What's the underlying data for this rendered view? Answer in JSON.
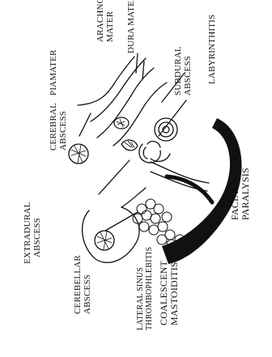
{
  "labels": {
    "arachnoid_mater": [
      "ARACHNOID",
      "MATER"
    ],
    "dura_mater": "DURA MATER",
    "piamater": "PIAMATER",
    "subdural_abscess": [
      "SUBDURAL",
      "ABSCESS"
    ],
    "labyrinthitis": "LABYRINTHITIS",
    "cerebral_abscess": [
      "CEREBRAL",
      "ABSCESS"
    ],
    "extradural_abscess": [
      "EXTRADURAL",
      "ABSCESS"
    ],
    "cerebellar_abscess": [
      "CEREBELLAR",
      "ABSCESS"
    ],
    "lateral_sinus_thrombophlebitis": [
      "LATERAL SINUS",
      "THROMBOPHLEBITIS"
    ],
    "coalescent_mastoiditis": [
      "COALESCENT",
      "MASTOIDITIS"
    ],
    "facial_nerve_paralysis": [
      "FACIAL NERVE",
      "PARALYSIS"
    ]
  }
}
